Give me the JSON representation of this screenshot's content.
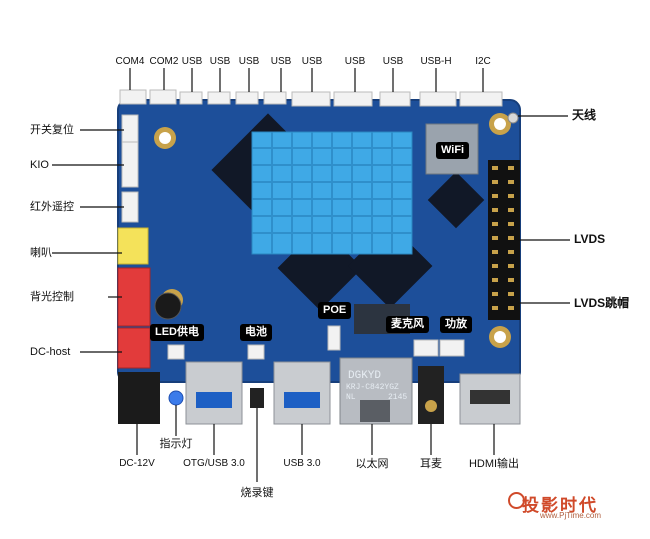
{
  "labels": {
    "top": [
      "COM4",
      "COM2",
      "USB",
      "USB",
      "USB",
      "USB",
      "USB",
      "USB",
      "USB",
      "USB-H",
      "I2C"
    ],
    "right": {
      "antenna": "天线",
      "lvds": "LVDS",
      "lvds_jumper": "LVDS跳帽"
    },
    "left": {
      "power_reset": "开关复位",
      "kio": "KIO",
      "ir": "红外遥控",
      "speaker": "喇叭",
      "backlight": "背光控制",
      "dc_host": "DC-host"
    },
    "pills": {
      "led_power": "LED供电",
      "battery": "电池",
      "poe": "POE",
      "mic": "麦克风",
      "amp": "功放",
      "wifi": "WiFi"
    },
    "bottom": {
      "indicator": "指示灯",
      "dc12v": "DC-12V",
      "otg_usb3": "OTG/USB 3.0",
      "burn_key": "烧录键",
      "usb3": "USB 3.0",
      "ethernet": "以太网",
      "earphone": "耳麦",
      "hdmi": "HDMI输出"
    }
  },
  "chip_text": {
    "eth_brand": "DGKYD",
    "eth_part": "KRJ-C842YGZ",
    "eth_code1": "NL",
    "eth_code2": "2145"
  },
  "watermark": {
    "brand": "投影时代",
    "url": "www.PjTime.com"
  },
  "colors": {
    "pcb": "#1d4f9a",
    "heatsink": "#3fa9e6",
    "connector_red": "#e23b3b",
    "connector_yellow": "#f4e25a",
    "connector_white": "#f2f2f2"
  }
}
